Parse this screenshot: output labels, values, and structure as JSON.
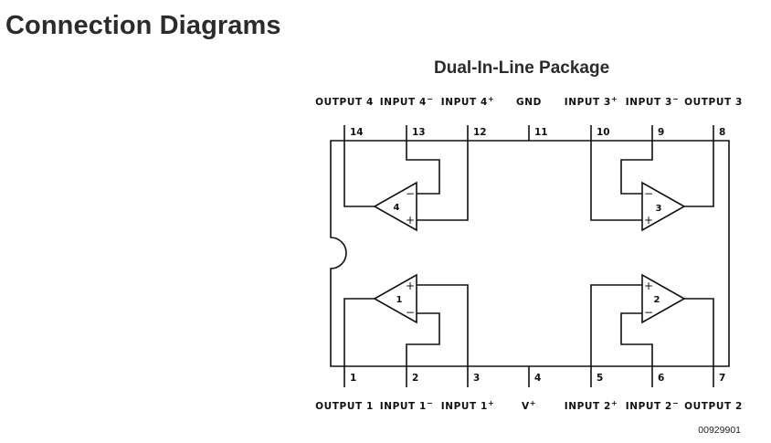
{
  "title": "Connection Diagrams",
  "subtitle": "Dual-In-Line Package",
  "pins_top": [
    {
      "number": "14",
      "label": "OUTPUT 4"
    },
    {
      "number": "13",
      "label": "INPUT 4",
      "sup": "−"
    },
    {
      "number": "12",
      "label": "INPUT 4",
      "sup": "+"
    },
    {
      "number": "11",
      "label": "GND"
    },
    {
      "number": "10",
      "label": "INPUT 3",
      "sup": "+"
    },
    {
      "number": "9",
      "label": "INPUT 3",
      "sup": "−"
    },
    {
      "number": "8",
      "label": "OUTPUT 3"
    }
  ],
  "pins_bottom": [
    {
      "number": "1",
      "label": "OUTPUT 1"
    },
    {
      "number": "2",
      "label": "INPUT 1",
      "sup": "−"
    },
    {
      "number": "3",
      "label": "INPUT 1",
      "sup": "+"
    },
    {
      "number": "4",
      "label": "V",
      "sup": "+"
    },
    {
      "number": "5",
      "label": "INPUT 2",
      "sup": "+"
    },
    {
      "number": "6",
      "label": "INPUT 2",
      "sup": "−"
    },
    {
      "number": "7",
      "label": "OUTPUT 2"
    }
  ],
  "amplifiers": [
    {
      "number": "1",
      "plus": "+",
      "minus": "−"
    },
    {
      "number": "2",
      "plus": "+",
      "minus": "−"
    },
    {
      "number": "3",
      "plus": "+",
      "minus": "−"
    },
    {
      "number": "4",
      "plus": "+",
      "minus": "−"
    }
  ],
  "figure_code": "00929901"
}
